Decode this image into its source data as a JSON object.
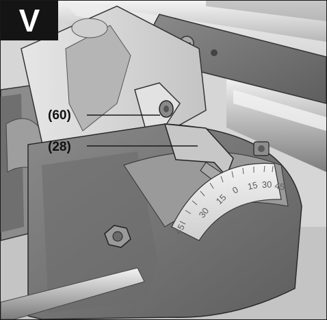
{
  "figure": {
    "panel_letter": "V",
    "callouts": {
      "clamp_lever": "(60)",
      "angle_pointer": "(28)"
    },
    "scale_labels": [
      "45",
      "30",
      "15",
      "0",
      "15",
      "30",
      "45"
    ]
  }
}
